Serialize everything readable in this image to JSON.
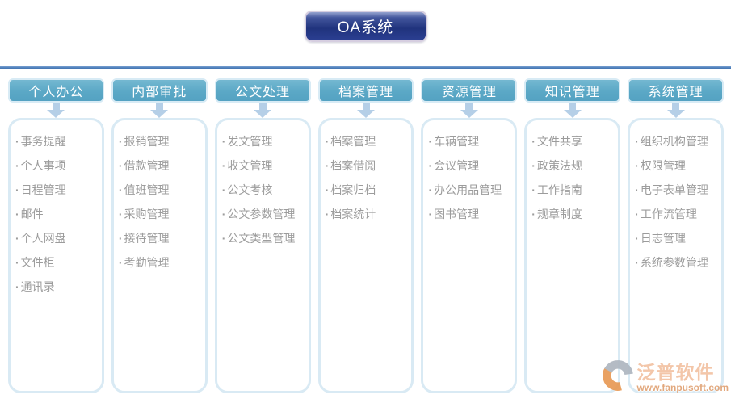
{
  "title": "OA系统",
  "bullet": "·",
  "columns": [
    {
      "header": "个人办公",
      "items": [
        "事务提醒",
        "个人事项",
        "日程管理",
        "邮件",
        "个人网盘",
        "文件柜",
        "通讯录"
      ]
    },
    {
      "header": "内部审批",
      "items": [
        "报销管理",
        "借款管理",
        "值班管理",
        "采购管理",
        "接待管理",
        "考勤管理"
      ]
    },
    {
      "header": "公文处理",
      "items": [
        "发文管理",
        "收文管理",
        "公文考核",
        "公文参数管理",
        "公文类型管理"
      ]
    },
    {
      "header": "档案管理",
      "items": [
        "档案管理",
        "档案借阅",
        "档案归档",
        "档案统计"
      ]
    },
    {
      "header": "资源管理",
      "items": [
        "车辆管理",
        "会议管理",
        "办公用品管理",
        "图书管理"
      ]
    },
    {
      "header": "知识管理",
      "items": [
        "文件共享",
        "政策法规",
        "工作指南",
        "规章制度"
      ]
    },
    {
      "header": "系统管理",
      "items": [
        "组织机构管理",
        "权限管理",
        "电子表单管理",
        "工作流管理",
        "日志管理",
        "系统参数管理"
      ]
    }
  ],
  "watermark": {
    "brand": "泛普软件",
    "url": "www.fanpusoft.com"
  },
  "colors": {
    "header_bg": "#5ba8c6",
    "header_border": "#d8ebf5",
    "arrow": "#b5cfe7",
    "box_border": "#d9eaf4",
    "item_text": "#9c9c9c",
    "divider": "#4f81bd",
    "title_border": "#d6cee0",
    "wm_brand": "#f2c2a2",
    "wm_url": "#e0a173"
  }
}
